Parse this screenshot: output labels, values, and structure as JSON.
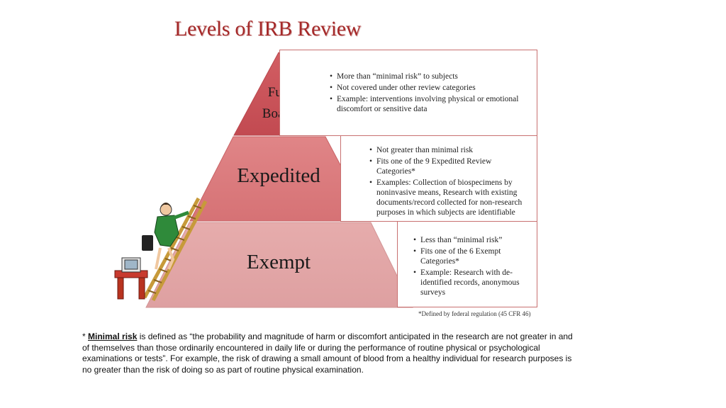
{
  "title": "Levels of IRB Review",
  "levels": [
    {
      "name_line1": "Full",
      "name_line2": "Board",
      "color": "#c8545a",
      "bullets": [
        "More than “minimal risk” to subjects",
        "Not covered under other review categories",
        "Example: interventions involving physical or emotional discomfort or sensitive data"
      ]
    },
    {
      "name": "Expedited",
      "color": "#d97a7c",
      "bullets": [
        "Not greater than minimal risk",
        "Fits one of the 9 Expedited Review Categories*",
        "Examples: Collection of biospecimens by noninvasive means, Research with existing documents/record collected for non-research purposes in which subjects are identifiable"
      ]
    },
    {
      "name": "Exempt",
      "color": "#e2a6a6",
      "bullets": [
        "Less than “minimal risk”",
        "Fits one of the 6 Exempt Categories*",
        "Example: Research with de-identified records, anonymous surveys"
      ]
    }
  ],
  "federal_note": "*Defined by federal regulation (45 CFR 46)",
  "footnote": {
    "prefix": "* ",
    "term": "Minimal risk",
    "text": " is defined as “the probability and magnitude of harm or discomfort anticipated in the research are not greater in and of themselves than those ordinarily encountered in daily life or during the performance of routine physical or psychological examinations or tests”. For example, the risk of drawing a small amount of blood from a healthy individual for research purposes is no greater than the risk of doing so as part of routine physical examination."
  },
  "icons": [
    "ladder-climber-icon",
    "computer-desk-icon"
  ]
}
